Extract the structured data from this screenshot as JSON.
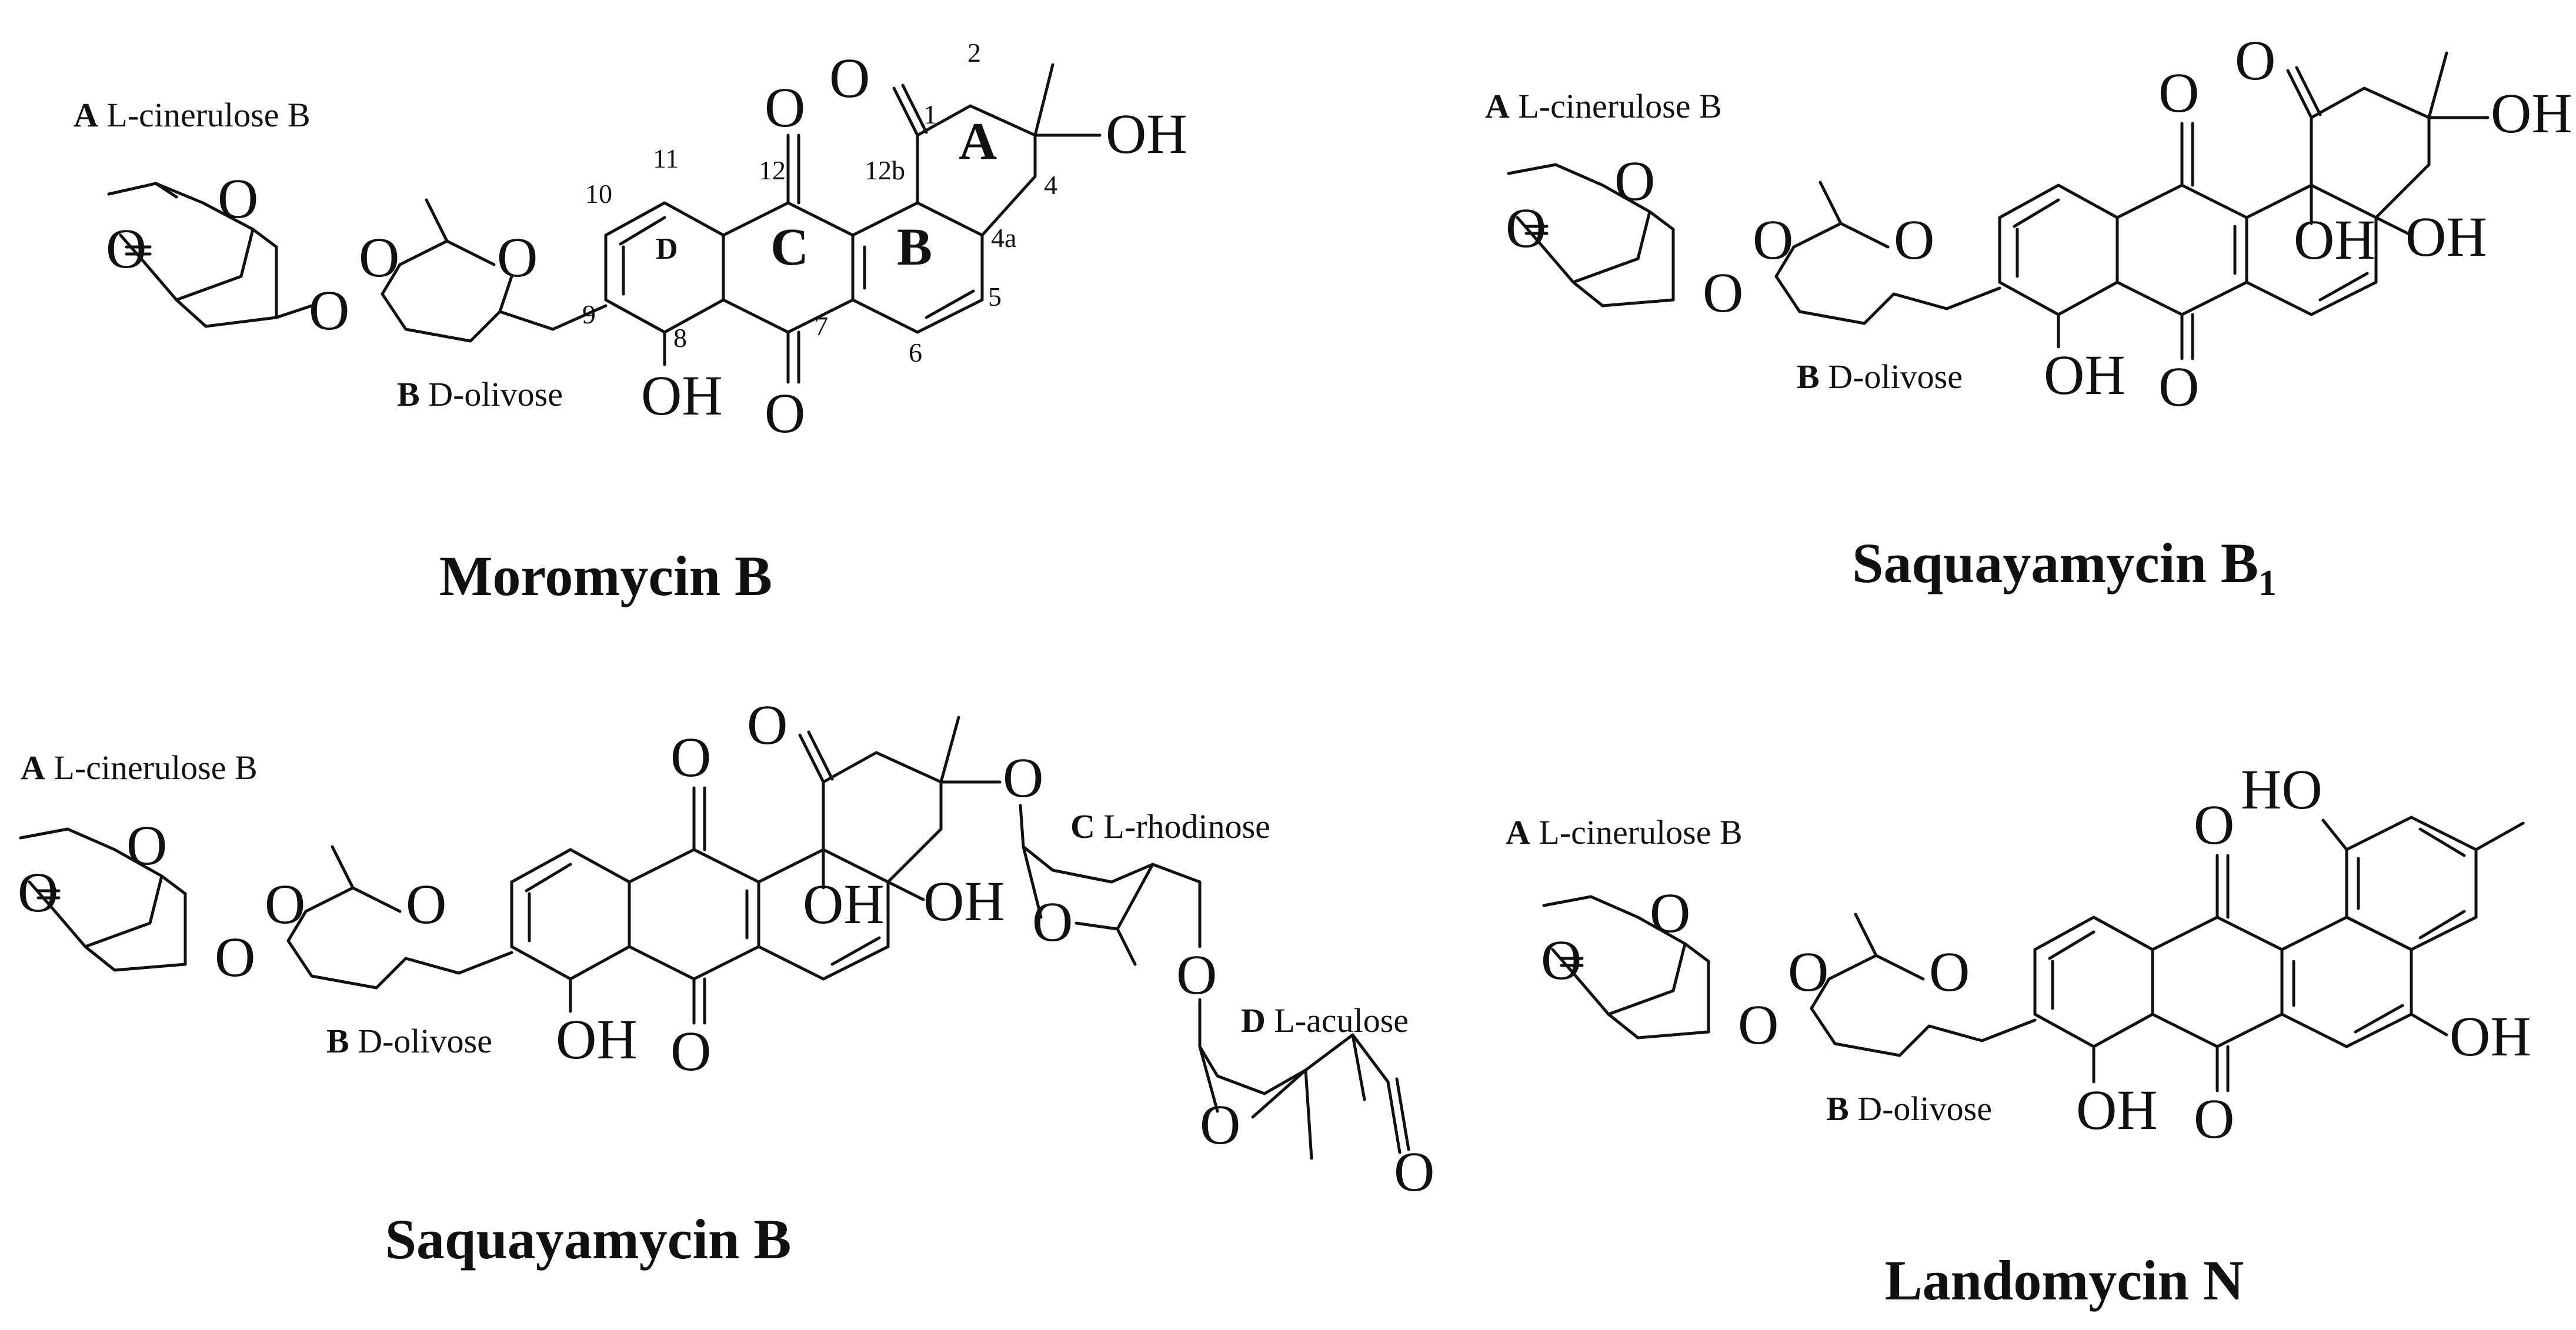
{
  "compounds": [
    {
      "name": "Moromycin B",
      "subscript": "",
      "sugars": [
        {
          "letter": "A",
          "name": "L-cinerulose B"
        },
        {
          "letter": "B",
          "name": "D-olivose"
        }
      ],
      "ring_labels": [
        "A",
        "B",
        "C",
        "D"
      ],
      "numbering": [
        "1",
        "2",
        "4",
        "4a",
        "5",
        "6",
        "7",
        "8",
        "9",
        "10",
        "11",
        "12",
        "12b"
      ]
    },
    {
      "name": "Saquayamycin B",
      "subscript": "1",
      "sugars": [
        {
          "letter": "A",
          "name": "L-cinerulose B"
        },
        {
          "letter": "B",
          "name": "D-olivose"
        }
      ]
    },
    {
      "name": "Saquayamycin B",
      "subscript": "",
      "sugars": [
        {
          "letter": "A",
          "name": "L-cinerulose B"
        },
        {
          "letter": "B",
          "name": "D-olivose"
        },
        {
          "letter": "C",
          "name": "L-rhodinose"
        },
        {
          "letter": "D",
          "name": "L-aculose"
        }
      ]
    },
    {
      "name": "Landomycin N",
      "subscript": "",
      "sugars": [
        {
          "letter": "A",
          "name": "L-cinerulose B"
        },
        {
          "letter": "B",
          "name": "D-olivose"
        }
      ]
    }
  ],
  "atoms": {
    "O": "O",
    "OH": "OH",
    "HO": "HO"
  }
}
